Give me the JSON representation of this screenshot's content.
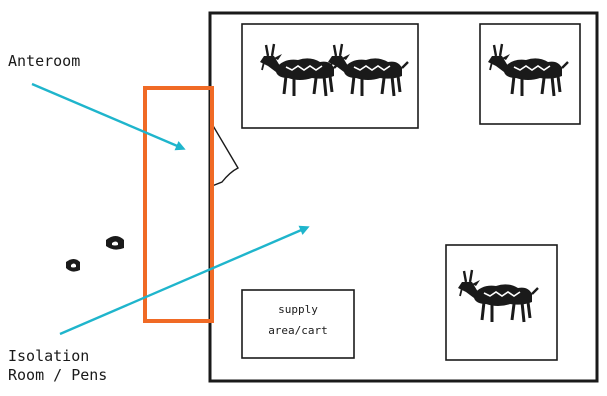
{
  "labels": {
    "anteroom": "Anteroom",
    "isolation_line1": "Isolation",
    "isolation_line2": "Room / Pens",
    "supply_line1": "supply",
    "supply_line2": "area/cart"
  },
  "colors": {
    "anteroom_outline": "#f06a25",
    "arrow": "#1fb5cc",
    "walls": "#1a1a1a"
  },
  "icons": {
    "pen_animal": "goat-icon",
    "footprints": "footprint-icon"
  }
}
